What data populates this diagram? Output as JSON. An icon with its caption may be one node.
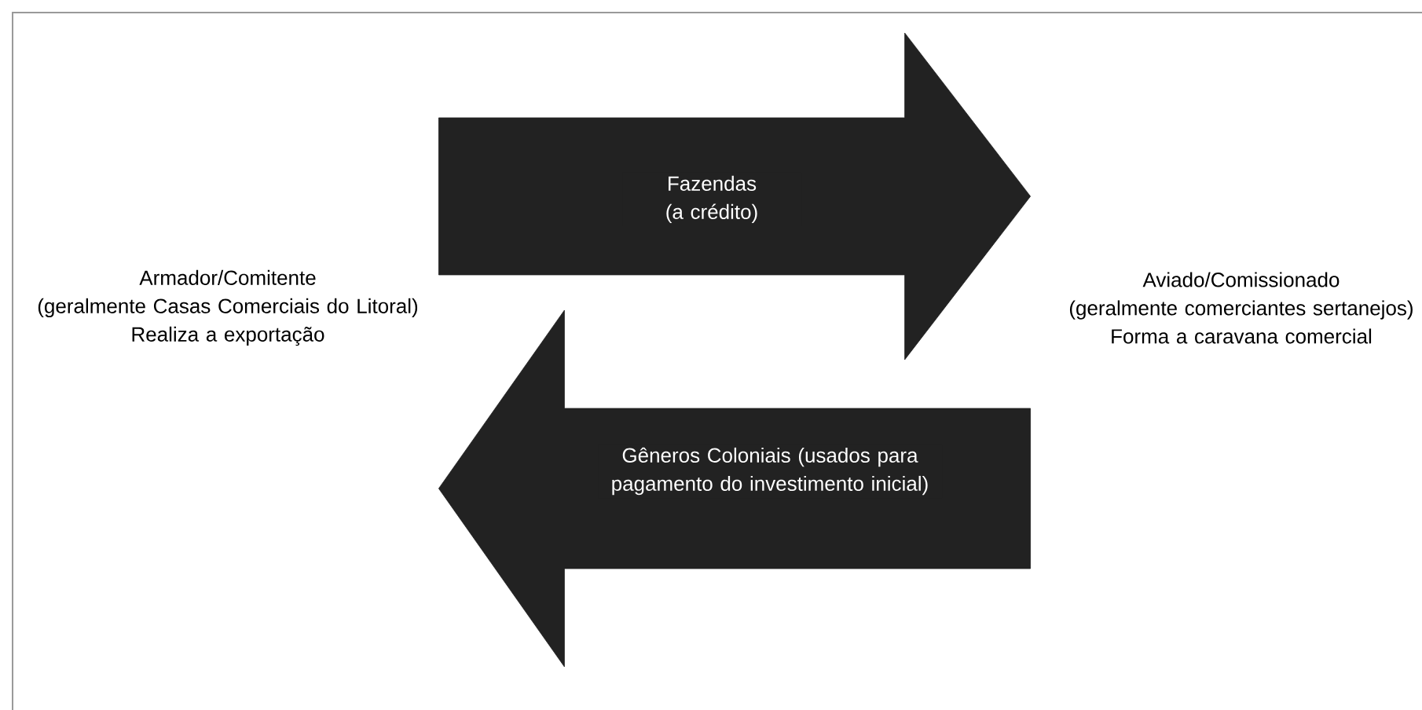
{
  "diagram": {
    "nodes": [
      {
        "text": [
          "Armador/Comitente",
          "(geralmente Casas Comerciais do Litoral)",
          "Realiza a exportação"
        ]
      },
      {
        "text": [
          "Aviado/Comissionado",
          "(geralmente comerciantes sertanejos)",
          "Forma a caravana comercial"
        ]
      }
    ],
    "edges": [
      {
        "from": 0,
        "to": 1,
        "arrow": "to",
        "label": "Fazendas (a crédito)"
      },
      {
        "from": 1,
        "to": 0,
        "arrow": "to",
        "label": "Gêneros Coloniais (usados para pagamento do investimento inicial)"
      }
    ]
  }
}
